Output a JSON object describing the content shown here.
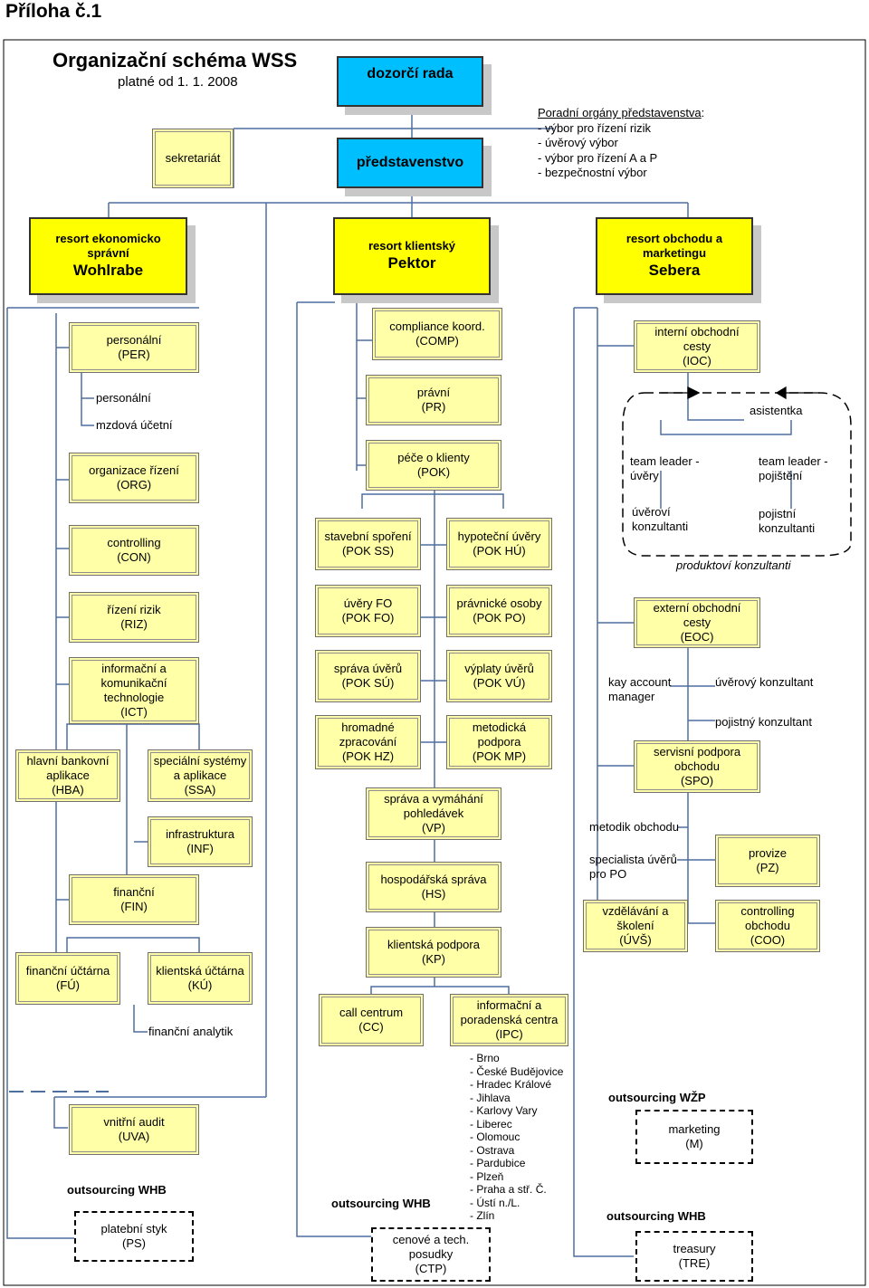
{
  "page_title": "Příloha č.1",
  "header": {
    "title": "Organizační schéma WSS",
    "subtitle": "platné od 1. 1. 2008"
  },
  "top": {
    "supervisory_board": "dozorčí rada",
    "board": "představenstvo",
    "secretariat": "sekretariát"
  },
  "advisory": {
    "heading": "Poradní orgány představenstva",
    "items": [
      "- výbor pro řízení rizik",
      "- úvěrový výbor",
      "- výbor pro řízení A a P",
      "- bezpečnostní výbor"
    ]
  },
  "divisions": {
    "econ": {
      "l1": "resort ekonomicko",
      "l2": "správní",
      "head": "Wohlrabe"
    },
    "client": {
      "l1": "resort klientský",
      "head": "Pektor"
    },
    "sales": {
      "l1": "resort obchodu a",
      "l2": "marketingu",
      "head": "Sebera"
    }
  },
  "left": {
    "per": [
      "personální",
      "(PER)"
    ],
    "per_sub1": "personální",
    "per_sub2": "mzdová účetní",
    "org": [
      "organizace řízení",
      "(ORG)"
    ],
    "con": [
      "controlling",
      "(CON)"
    ],
    "riz": [
      "řízení rizik",
      "(RIZ)"
    ],
    "ict": [
      "informační a",
      "komunikační",
      "technologie",
      "(ICT)"
    ],
    "hba": [
      "hlavní bankovní",
      "aplikace",
      "(HBA)"
    ],
    "ssa": [
      "speciální systémy",
      "a aplikace",
      "(SSA)"
    ],
    "inf": [
      "infrastruktura",
      "(INF)"
    ],
    "fin": [
      "finanční",
      "(FIN)"
    ],
    "fu": [
      "finanční účtárna",
      "(FÚ)"
    ],
    "ku": [
      "klientská účtárna",
      "(KÚ)"
    ],
    "fin_analyst": "finanční analytik",
    "uva": [
      "vnitřní audit",
      "(UVA)"
    ],
    "outsourcing": "outsourcing  WHB",
    "ps": [
      "platební styk",
      "(PS)"
    ]
  },
  "middle": {
    "comp": [
      "compliance koord.",
      "(COMP)"
    ],
    "pr": [
      "právní",
      "(PR)"
    ],
    "pok": [
      "péče o klienty",
      "(POK)"
    ],
    "pok_ss": [
      "stavební spoření",
      "(POK SS)"
    ],
    "pok_hu": [
      "hypoteční úvěry",
      "(POK HÚ)"
    ],
    "pok_fo": [
      "úvěry FO",
      "(POK FO)"
    ],
    "pok_po": [
      "právnické osoby",
      "(POK PO)"
    ],
    "pok_su": [
      "správa úvěrů",
      "(POK SÚ)"
    ],
    "pok_vu": [
      "výplaty úvěrů",
      "(POK VÚ)"
    ],
    "pok_hz": [
      "hromadné",
      "zpracování",
      "(POK HZ)"
    ],
    "pok_mp": [
      "metodická",
      "podpora",
      "(POK MP)"
    ],
    "vp": [
      "správa a vymáhání",
      "pohledávek",
      "(VP)"
    ],
    "hs": [
      "hospodářská správa",
      "(HS)"
    ],
    "kp": [
      "klientská podpora",
      "(KP)"
    ],
    "cc": [
      "call centrum",
      "(CC)"
    ],
    "ipc": [
      "informační a",
      "poradenská centra",
      "(IPC)"
    ],
    "cities": [
      "- Brno",
      "- České Budějovice",
      "- Hradec Králové",
      "- Jihlava",
      "- Karlovy Vary",
      "- Liberec",
      "- Olomouc",
      "- Ostrava",
      "- Pardubice",
      "- Plzeň",
      "- Praha a stř. Č.",
      "- Ústí n./L.",
      "- Zlín"
    ],
    "outsourcing": "outsourcing  WHB",
    "ctp": [
      "cenové a tech.",
      "posudky",
      "(CTP)"
    ]
  },
  "right": {
    "ioc": [
      "interní obchodní",
      "cesty",
      "(IOC)"
    ],
    "assistant": "asistentka",
    "tl_loans": [
      "team leader -",
      "úvěry"
    ],
    "tl_ins": [
      "team leader -",
      "pojištění"
    ],
    "loan_consultants": [
      "úvěroví",
      "konzultanti"
    ],
    "ins_consultants": [
      "pojistní",
      "konzultanti"
    ],
    "product_consultants": "produktoví konzultanti",
    "eoc": [
      "externí obchodní",
      "cesty",
      "(EOC)"
    ],
    "kam": [
      "kay account",
      "manager"
    ],
    "loan_consultant": "úvěrový konzultant",
    "ins_consultant": "pojistný konzultant",
    "spo": [
      "servisní podpora",
      "obchodu",
      "(SPO)"
    ],
    "methodist": "metodik obchodu",
    "specialist": [
      "specialista úvěrů",
      "pro PO"
    ],
    "pz": [
      "provize",
      "(PZ)"
    ],
    "uvs": [
      "vzdělávání a",
      "školení",
      "(ÚVŠ)"
    ],
    "coo": [
      "controlling",
      "obchodu",
      "(COO)"
    ],
    "outsourcing_wzp": "outsourcing  WŽP",
    "m": [
      "marketing",
      "(M)"
    ],
    "outsourcing_whb": "outsourcing  WHB",
    "tre": [
      "treasury",
      "(TRE)"
    ]
  }
}
